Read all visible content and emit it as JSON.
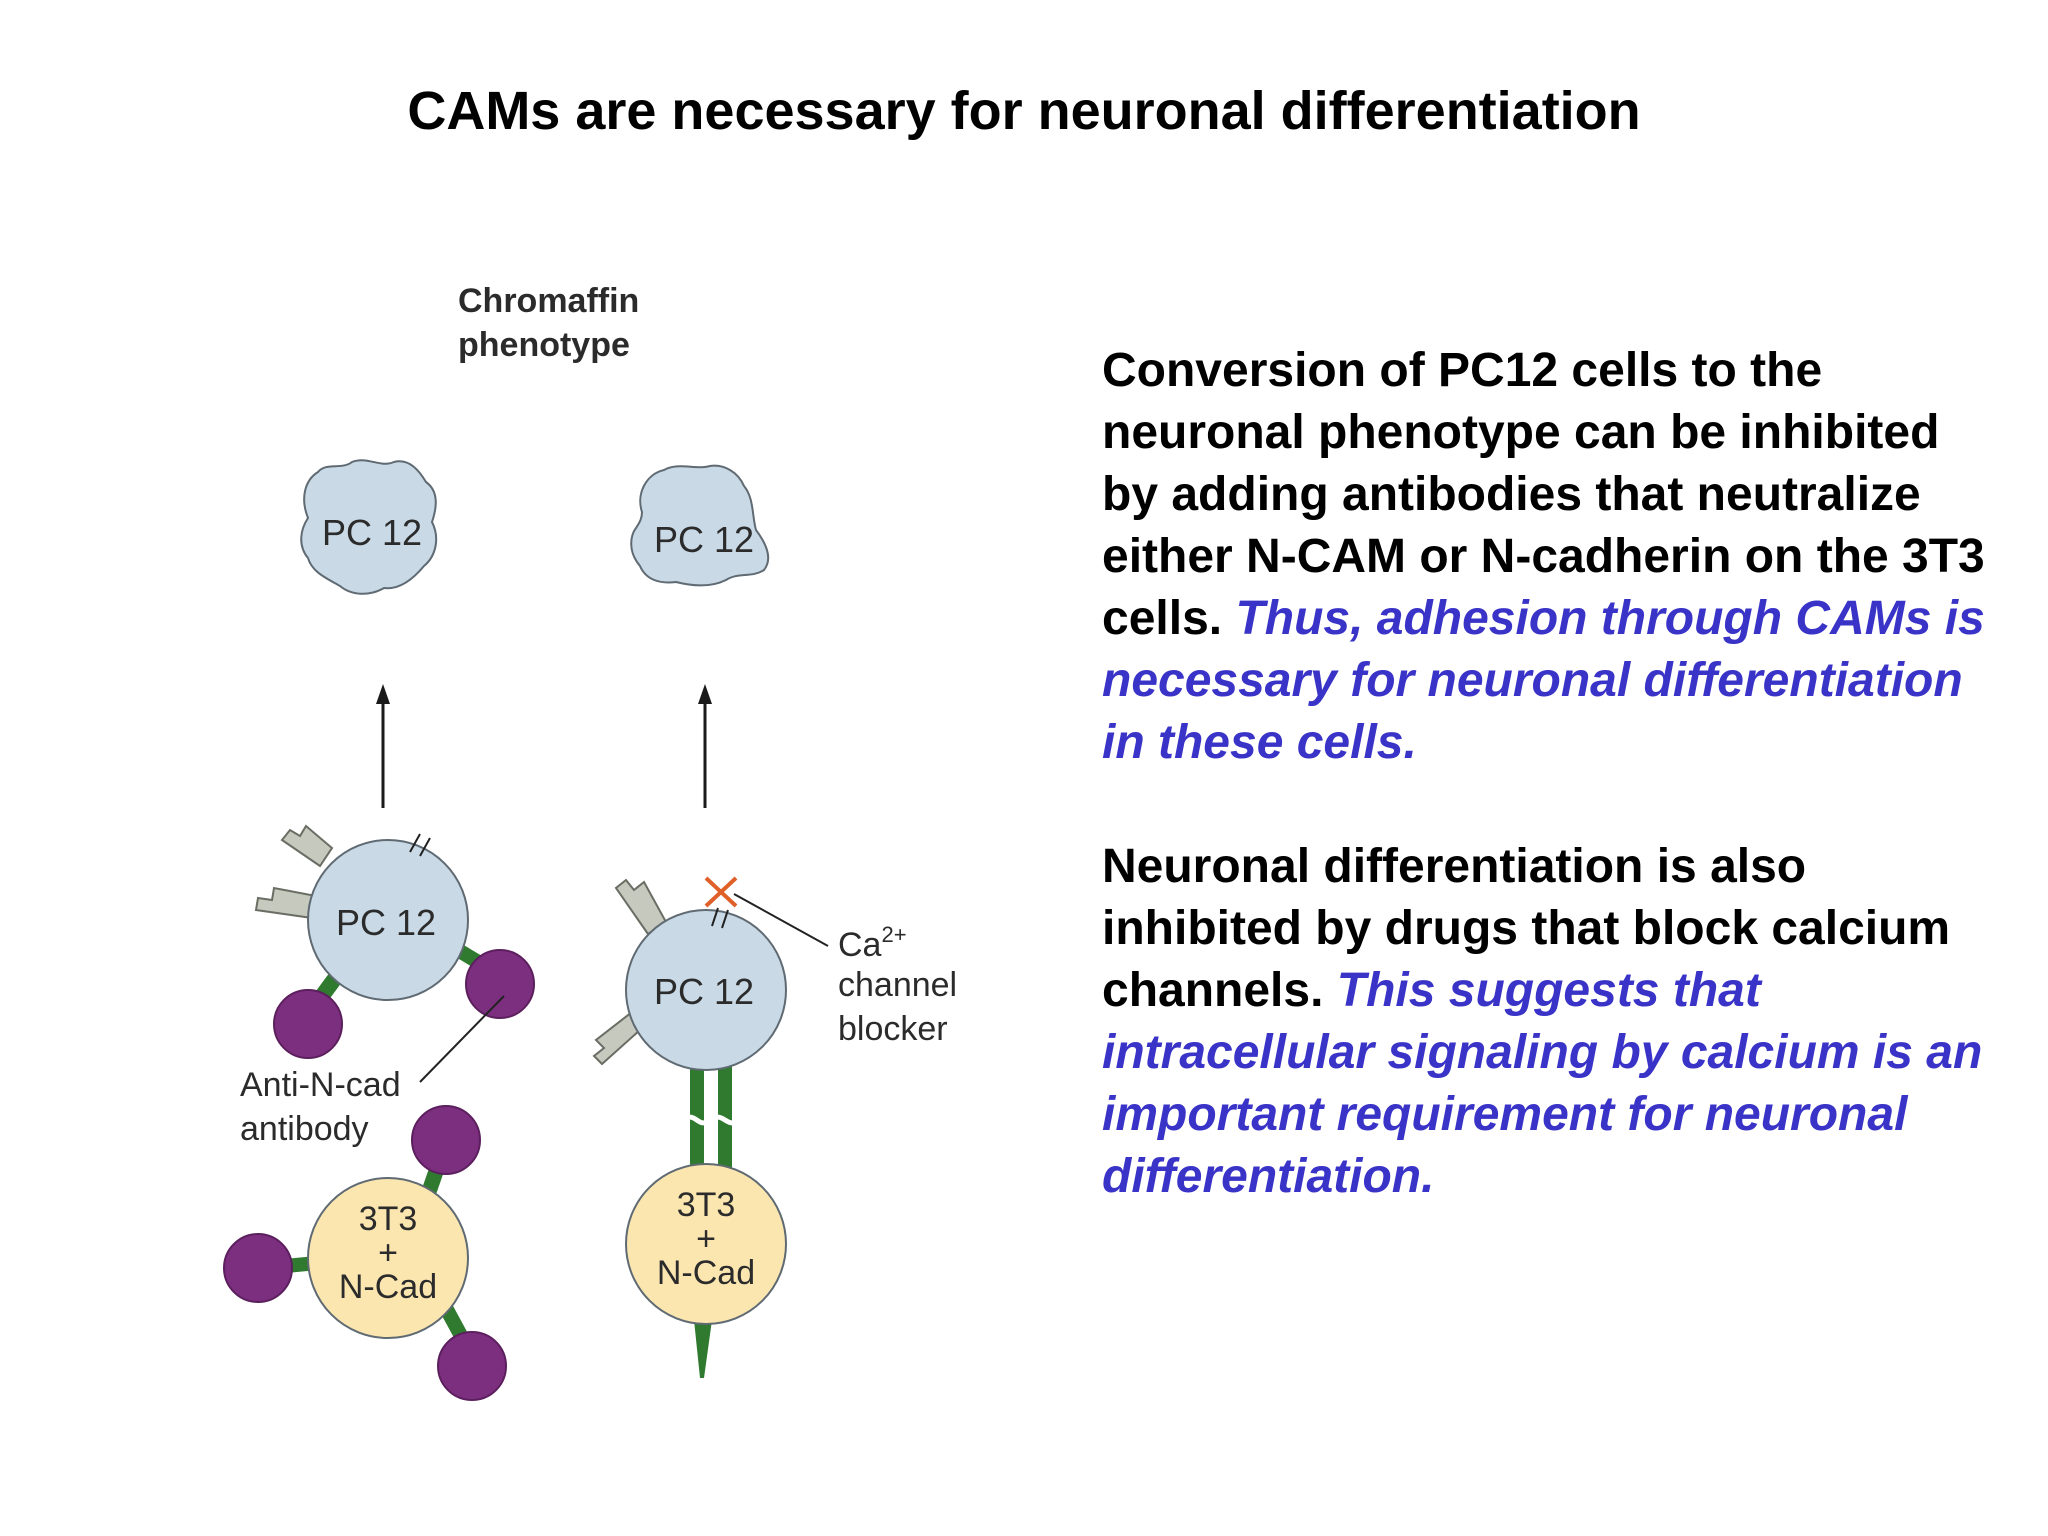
{
  "slide": {
    "title": "CAMs are necessary for neuronal differentiation"
  },
  "diagram": {
    "phenotype_label_line1": "Chromaffin",
    "phenotype_label_line2": "phenotype",
    "pc12_label": "PC 12",
    "cell_3t3_line1": "3T3",
    "cell_3t3_line2": "+",
    "cell_3t3_line3": "N-Cad",
    "antibody_label_line1": "Anti-N-cad",
    "antibody_label_line2": "antibody",
    "calcium_label_base": "Ca",
    "calcium_label_sup": "2+",
    "calcium_label_line2": "channel",
    "calcium_label_line3": "blocker",
    "colors": {
      "pc12_cell": "#c9dae6",
      "cell_3t3": "#fbe6b0",
      "antibody": "#7d2f7f",
      "cadherin": "#2f7a2e",
      "receptor": "#c6c9bd",
      "blocker_cross": "#e0602a"
    }
  },
  "text": {
    "para1_black": "Conversion of PC12 cells to the neuronal phenotype can be inhibited by adding antibodies that neutralize either N-CAM or N-cadherin on the 3T3 cells.",
    "para1_blue": "Thus, adhesion through CAMs is necessary for neuronal differentiation in these cells.",
    "para2_black": "Neuronal differentiation is also inhibited by drugs that block calcium channels.",
    "para2_blue": "This suggests that intracellular signaling by calcium is an important requirement for neuronal differentiation."
  }
}
